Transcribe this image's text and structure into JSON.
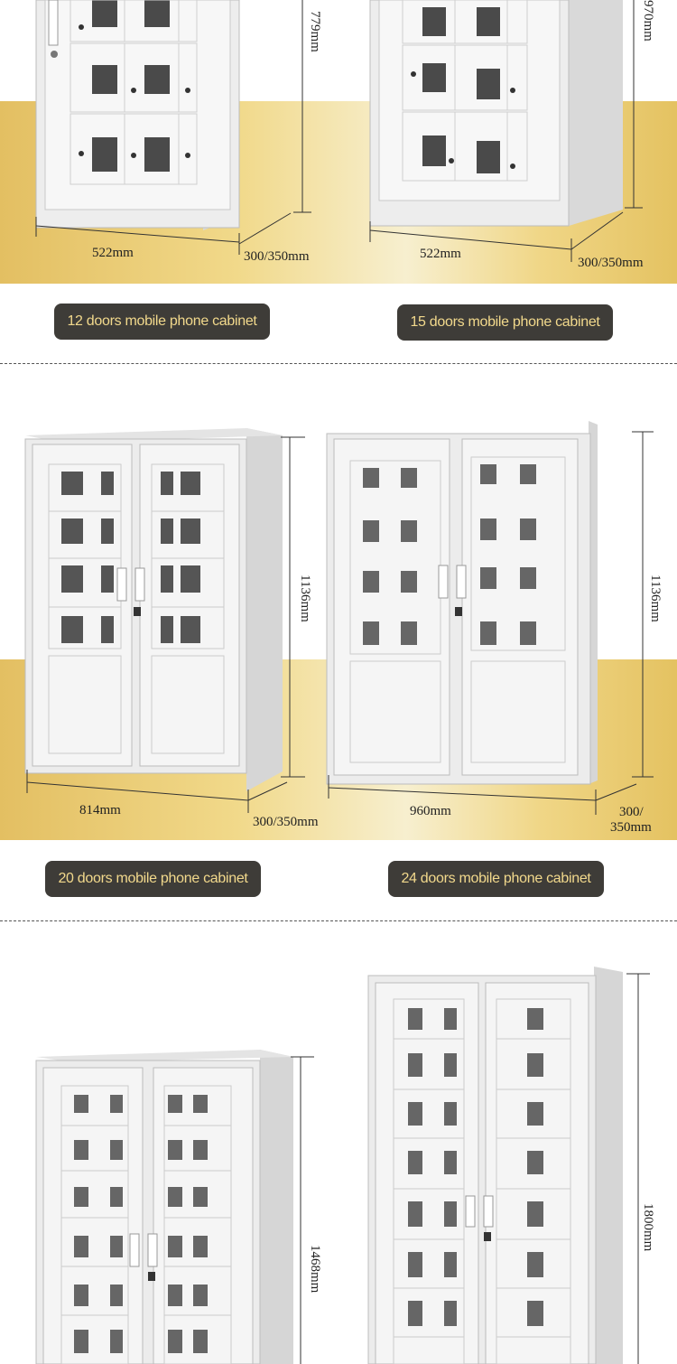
{
  "row1": {
    "left": {
      "height": "779mm",
      "width": "522mm",
      "depth": "300/350mm",
      "label": "12 doors mobile phone cabinet"
    },
    "right": {
      "height": "970mm",
      "width": "522mm",
      "depth": "300/350mm",
      "label": "15 doors mobile phone cabinet"
    }
  },
  "row2": {
    "left": {
      "height": "1136mm",
      "width": "814mm",
      "depth": "300/350mm",
      "label": "20 doors mobile phone cabinet"
    },
    "right": {
      "height": "1136mm",
      "width": "960mm",
      "depth_line1": "300/",
      "depth_line2": "350mm",
      "label": "24 doors mobile phone cabinet"
    }
  },
  "row3": {
    "left": {
      "height": "1468mm"
    },
    "right": {
      "height": "1800mm"
    }
  },
  "colors": {
    "gold_band": "#e8c66c",
    "badge_bg": "#3e3c38",
    "badge_text": "#f2d98c",
    "cabinet": "#eeeeee"
  }
}
